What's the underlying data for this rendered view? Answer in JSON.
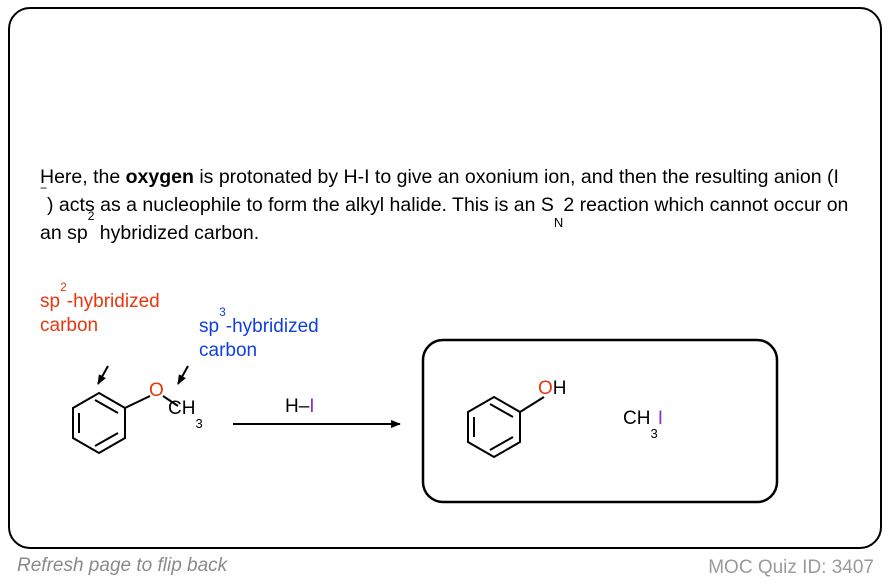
{
  "explanation": {
    "p1": "Here, the ",
    "bold": "oxygen",
    "p2": " is protonated by H-I to give an oxonium ion, and then the resulting anion (I ",
    "minus": "−",
    "p3": ") acts as a nucleophile to form the alkyl halide. This is an S",
    "sub_n": "N",
    "p4": "2 reaction which cannot occur on an sp",
    "sup2": "2",
    "p5": " hybridized carbon."
  },
  "labels": {
    "sp2_a": "sp",
    "sp2_sup": "2",
    "sp2_b": "-hybridized",
    "sp2_c": "carbon",
    "sp3_a": "sp",
    "sp3_sup": "3",
    "sp3_b": "-hybridized",
    "sp3_c": "carbon"
  },
  "reactant": {
    "oxygen": "O",
    "methyl_c": "CH",
    "methyl_sub": "3"
  },
  "reagent": {
    "h": "H–",
    "i": "I"
  },
  "products": {
    "phenol_o": "O",
    "phenol_h": "H",
    "methyl_c": "CH",
    "methyl_sub": "3",
    "methyl_i": "I"
  },
  "footer": {
    "left": "Refresh page to flip back",
    "right": "MOC Quiz ID: 3407"
  },
  "colors": {
    "red": "#e8360e",
    "blue": "#0f3fe4",
    "purple": "#8b2fc9"
  }
}
